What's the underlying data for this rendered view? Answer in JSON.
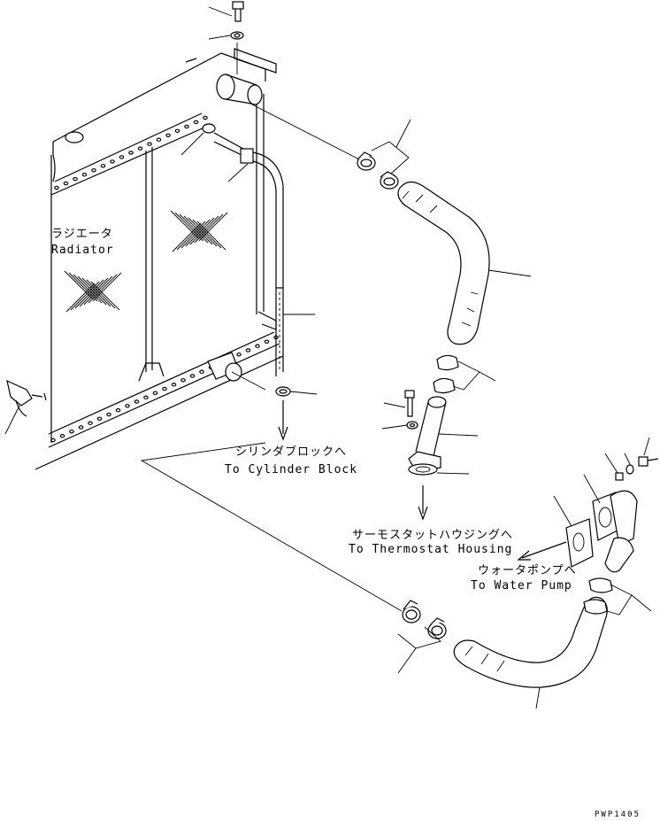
{
  "labels": {
    "radiator_jp": "ラジエータ",
    "radiator_en": "Radiator",
    "cylinder_block_jp": "シリンダブロックへ",
    "cylinder_block_en": "To Cylinder Block",
    "thermostat_jp": "サーモスタットハウジングへ",
    "thermostat_en": "To Thermostat Housing",
    "water_pump_jp": "ウォータポンプへ",
    "water_pump_en": "To Water Pump"
  },
  "drawing_code": "PWP1405"
}
